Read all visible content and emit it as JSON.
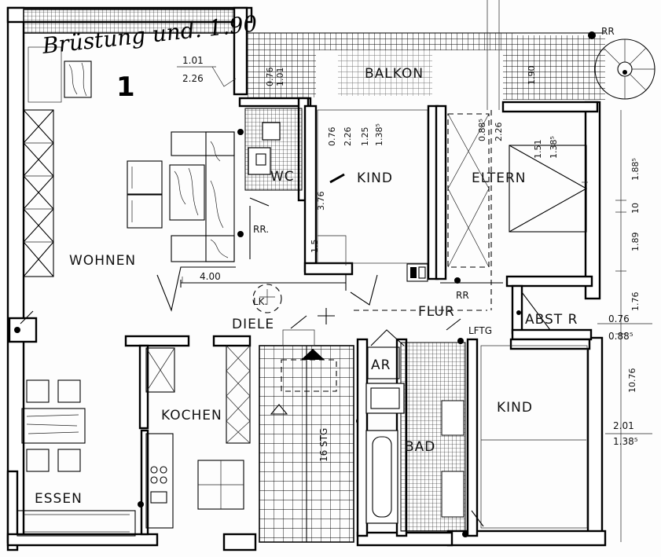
{
  "title": {
    "handwriting": "Brüstung und. 1.90",
    "unit_number": "1"
  },
  "rooms": {
    "wohnen": "WOHNEN",
    "essen": "ESSEN",
    "kochen": "KOCHEN",
    "diele": "DIELE",
    "flur": "FLUR",
    "kind_top": "KIND",
    "eltern": "ELTERN",
    "abstr": "ABST R",
    "kind_bottom": "KIND",
    "bad": "BAD",
    "ar": "AR",
    "wc": "WC",
    "balkon": "BALKON"
  },
  "symbols": {
    "lk": "LK.",
    "rr_wc": "RR.",
    "rr_flur": "RR",
    "rr_balkon": "RR",
    "lftg": "LFTG",
    "stairs": "16 STG"
  },
  "dimensions": {
    "w_top_a": "1.01",
    "w_top_b": "2.26",
    "wc_a": "0.76",
    "wc_b": "1.01",
    "kind_a": "0.76",
    "kind_b": "2.26",
    "kind_c": "1.25",
    "kind_d": "1.38⁵",
    "kind_h": "3.76",
    "kind_s": "1.5",
    "eltern_a": "0.88⁵",
    "eltern_b": "2.26",
    "eltern_c": "1.51",
    "eltern_d": "1.38⁵",
    "balkon_h": "1.90",
    "diele_w": "4.00",
    "right_a": "1.88⁵",
    "right_b": "10",
    "right_c": "1.89",
    "right_d": "1.76",
    "abst_a": "0.76",
    "abst_b": "0.88⁵",
    "right_e": "10.76",
    "kind2_a": "2.01",
    "kind2_b": "1.38⁵"
  }
}
